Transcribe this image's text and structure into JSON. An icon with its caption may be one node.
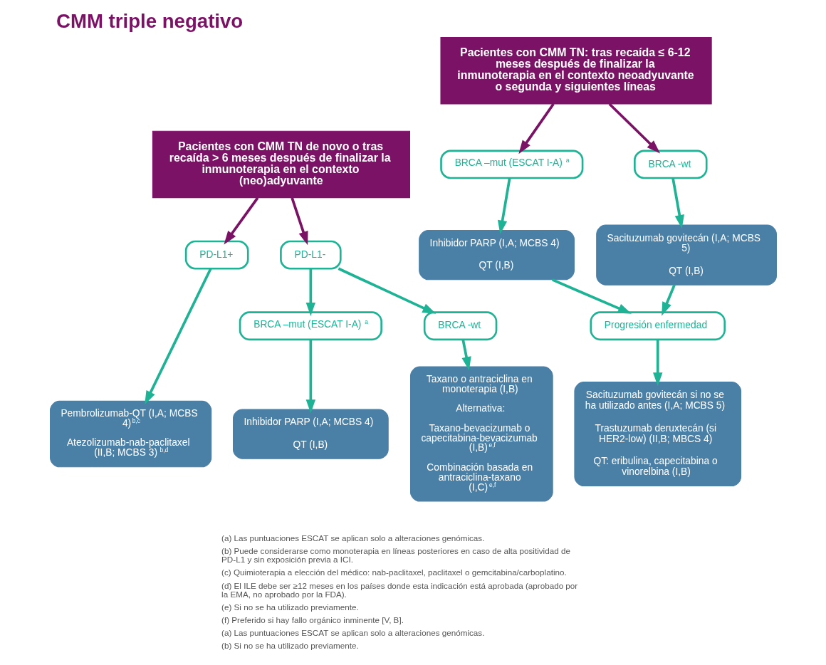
{
  "diagram": {
    "title": "CMM triple negativo",
    "nodes": [
      {
        "text": [
          "Pacientes con CMM TN de novo o tras recaída > 6 meses después de finalizar la inmunoterapia en el contexto (neo)adyuvante"
        ]
      },
      {
        "text": [
          "PD-L1+"
        ]
      },
      {
        "text": [
          "PD-L1-"
        ]
      },
      {
        "text": [
          "BRCA –mut (ESCAT I-A)$^{a}$"
        ]
      },
      {
        "text": [
          "BRCA -wt"
        ]
      },
      {
        "text": [
          "Pembrolizumab-QT (I,A; MCBS 4)$^{b,c}$",
          "Atezolizumab-nab-paclitaxel (II,B; MCBS 3)$^{b,d}$"
        ]
      },
      {
        "text": [
          "Inhibidor PARP (I,A; MCBS 4)",
          "QT (I,B)"
        ]
      },
      {
        "text": [
          "Taxano o antraciclina en monoterapia (I,B)",
          "Alternativa:",
          "Taxano-bevacizumab o capecitabina-bevacizumab (I,B)$^{e,f}$",
          "Combinación basada en antraciclina-taxano (I,C)$^{e,f}$"
        ]
      },
      {
        "text": [
          "Pacientes con CMM TN: tras recaída ≤ 6-12 meses después de finalizar la inmunoterapia en el contexto neoadyuvante o segunda y siguientes líneas"
        ]
      },
      {
        "text": [
          "BRCA –mut (ESCAT I-A)$^{a}$"
        ]
      },
      {
        "text": [
          "BRCA -wt"
        ]
      },
      {
        "text": [
          "Inhibidor PARP (I,A; MCBS 4)",
          "QT (I,B)"
        ]
      },
      {
        "text": [
          "Sacituzumab govitecán (I,A; MCBS 5)",
          "QT (I,B)"
        ]
      },
      {
        "text": [
          "Progresión enfermedad"
        ]
      },
      {
        "text": [
          "Sacituzumab govitecán si no se ha utilizado antes (I,A; MCBS 5)",
          "Trastuzumab deruxtecán (si HER2-low) (II,B; MBCS 4)",
          "QT: eribulina, capecitabina o vinorelbina (I,B)"
        ]
      }
    ],
    "edges": [
      {
        "from": 0,
        "to": 1,
        "arrow": "to",
        "color": "#7b1266"
      },
      {
        "from": 0,
        "to": 2,
        "arrow": "to",
        "color": "#7b1266"
      },
      {
        "from": 1,
        "to": 5,
        "arrow": "to"
      },
      {
        "from": 2,
        "to": 3,
        "arrow": "to"
      },
      {
        "from": 2,
        "to": 4,
        "arrow": "to"
      },
      {
        "from": 3,
        "to": 6,
        "arrow": "to"
      },
      {
        "from": 4,
        "to": 7,
        "arrow": "to"
      },
      {
        "from": 8,
        "to": 9,
        "arrow": "to",
        "color": "#7b1266"
      },
      {
        "from": 8,
        "to": 10,
        "arrow": "to",
        "color": "#7b1266"
      },
      {
        "from": 9,
        "to": 11,
        "arrow": "to"
      },
      {
        "from": 10,
        "to": 12,
        "arrow": "to"
      },
      {
        "from": 11,
        "to": 13,
        "arrow": "to"
      },
      {
        "from": 12,
        "to": 13,
        "arrow": "to"
      },
      {
        "from": 13,
        "to": 14,
        "arrow": "to"
      }
    ],
    "labels": [
      "(a) Las puntuaciones ESCAT se aplican solo a alteraciones genómicas.",
      "(b) Puede considerarse como monoterapia en líneas posteriores en caso de alta positividad de PD-L1 y sin exposición previa a ICI.",
      "(c) Quimioterapia a elección del médico: nab-paclitaxel, paclitaxel o gemcitabina/carboplatino.",
      "(d) El ILE debe ser ≥12 meses en los países donde esta indicación está aprobada (aprobado por la EMA, no aprobado por la FDA).",
      "(e) Si no se ha utilizado previamente.",
      "(f) Preferido si hay fallo orgánico inminente [V, B].",
      "(a) Las puntuaciones ESCAT se aplican solo a alteraciones genómicas.",
      "(b) Si no se ha utilizado previamente."
    ]
  }
}
